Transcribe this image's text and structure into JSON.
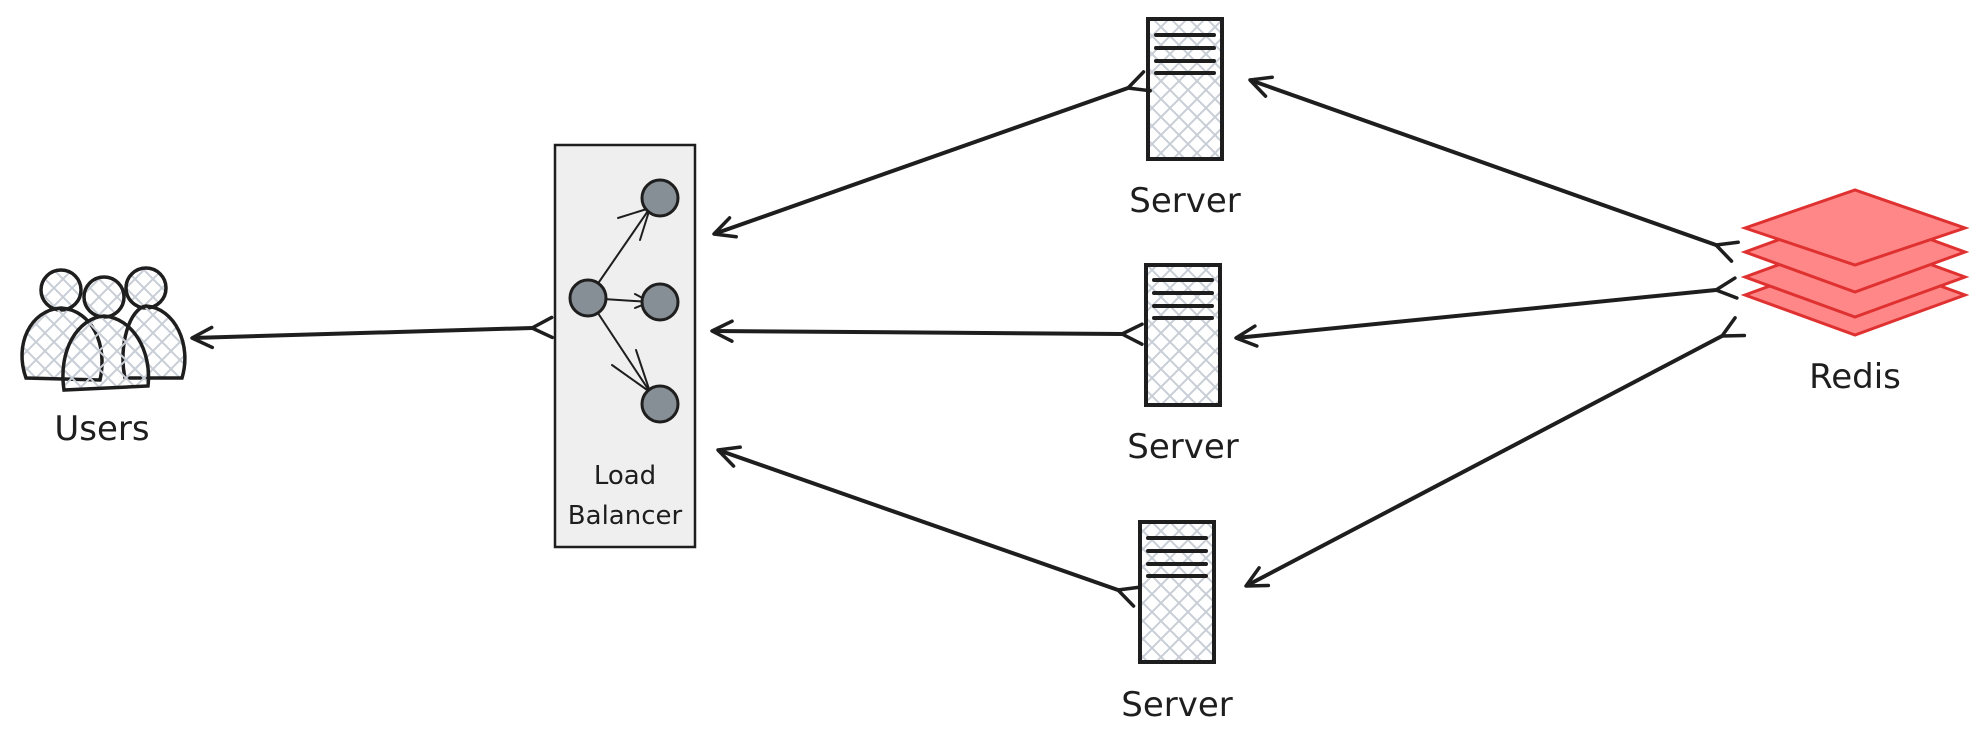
{
  "diagram": {
    "nodes": {
      "users": {
        "label": "Users"
      },
      "load_balancer": {
        "label_line1": "Load",
        "label_line2": "Balancer"
      },
      "server_top": {
        "label": "Server"
      },
      "server_middle": {
        "label": "Server"
      },
      "server_bottom": {
        "label": "Server"
      },
      "redis": {
        "label": "Redis"
      }
    },
    "edges": [
      {
        "from": "users",
        "to": "load_balancer",
        "bidirectional": true
      },
      {
        "from": "load_balancer",
        "to": "server_top",
        "bidirectional": true
      },
      {
        "from": "load_balancer",
        "to": "server_middle",
        "bidirectional": true
      },
      {
        "from": "load_balancer",
        "to": "server_bottom",
        "bidirectional": true
      },
      {
        "from": "server_top",
        "to": "redis",
        "bidirectional": true
      },
      {
        "from": "server_middle",
        "to": "redis",
        "bidirectional": true
      },
      {
        "from": "server_bottom",
        "to": "redis",
        "bidirectional": true
      }
    ],
    "colors": {
      "stroke": "#1e1e1e",
      "hatch": "#c9ced6",
      "lb_fill": "#efefef",
      "node_circle": "#868e96",
      "redis_fill": "#ff8787",
      "redis_stroke": "#e03131"
    }
  }
}
